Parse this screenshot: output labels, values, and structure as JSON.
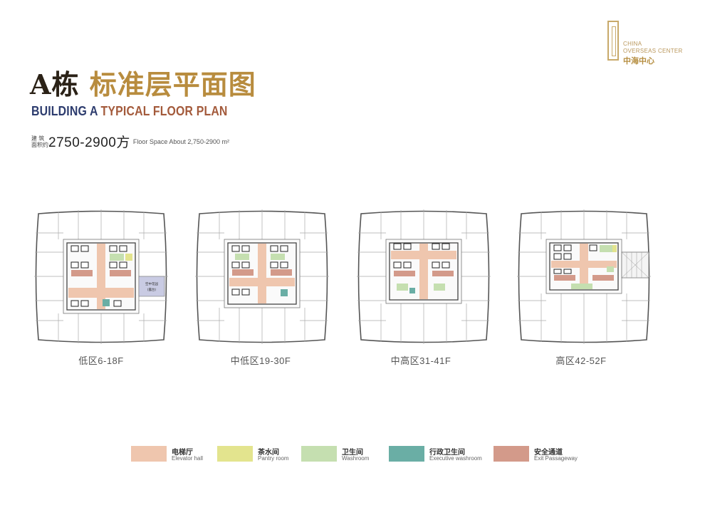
{
  "brand": {
    "en_line1": "CHINA",
    "en_line2": "OVERSEAS CENTER",
    "cn": "中海中心"
  },
  "title": {
    "cn_prefix": "A栋 ",
    "cn_main": "标准层平面图",
    "en_part1": "BUILDING A ",
    "en_part2": "TYPICAL FLOOR PLAN"
  },
  "area": {
    "label_line1": "建 筑",
    "label_line2": "面积约",
    "value": "2750-2900方",
    "en": "Floor Space About 2,750-2900 m²"
  },
  "plans": [
    {
      "zone": "低区6-18F",
      "annex_label_1": "空中花园",
      "annex_label_2": "(露台)"
    },
    {
      "zone": "中低区19-30F"
    },
    {
      "zone": "中高区31-41F"
    },
    {
      "zone": "高区42-52F"
    }
  ],
  "legend": [
    {
      "cn": "电梯厅",
      "en": "Elevator hall",
      "color": "#efc6ae"
    },
    {
      "cn": "茶水间",
      "en": "Pantry room",
      "color": "#e3e48e"
    },
    {
      "cn": "卫生间",
      "en": "Washroom",
      "color": "#c5dfb0"
    },
    {
      "cn": "行政卫生间",
      "en": "Executive washroom",
      "color": "#6aaea5"
    },
    {
      "cn": "安全通道",
      "en": "Exit Passageway",
      "color": "#d39a8a"
    }
  ]
}
